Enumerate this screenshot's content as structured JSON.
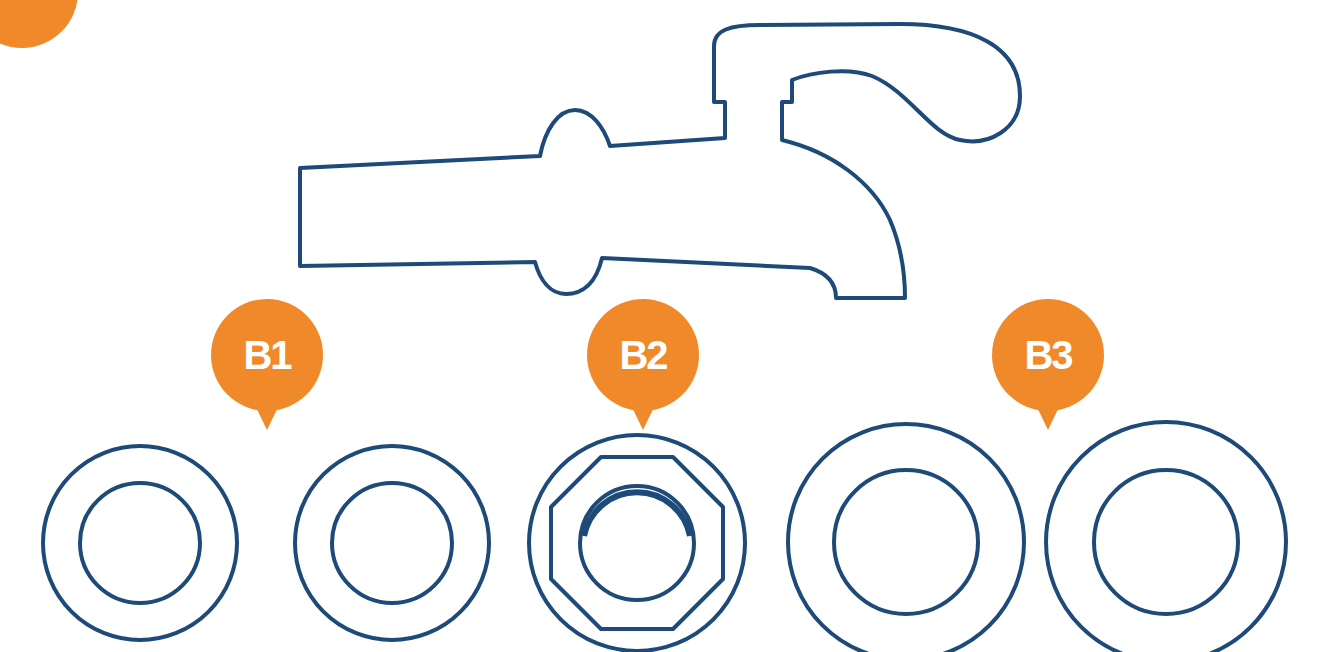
{
  "diagram": {
    "nodes": [
      {
        "text": [
          "B1"
        ]
      },
      {
        "text": [
          "B2"
        ]
      },
      {
        "text": [
          "B3"
        ]
      }
    ]
  }
}
